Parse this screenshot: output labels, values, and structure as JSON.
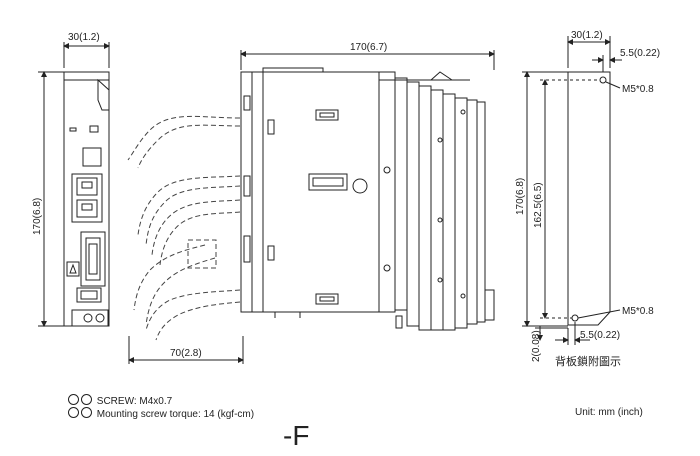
{
  "front_view": {
    "width_dim": "30(1.2)",
    "height_dim": "170(6.8)",
    "depth_dim": "70(2.8)"
  },
  "side_view": {
    "width_dim": "170(6.7)"
  },
  "back_view": {
    "width_dim": "30(1.2)",
    "offset_top": "5.5(0.22)",
    "offset_bottom": "5.5(0.22)",
    "height_dim": "170(6.8)",
    "hole_spacing": "162.5(6.5)",
    "bottom_gap": "2(0.08)",
    "screw_top": "M5*0.8",
    "screw_bottom": "M5*0.8",
    "caption": "背板鎖附圖示"
  },
  "notes": {
    "screw": "SCREW: M4x0.7",
    "torque": "Mounting screw torque: 14 (kgf-cm)",
    "unit": "Unit: mm (inch)"
  },
  "model_label": "-F"
}
